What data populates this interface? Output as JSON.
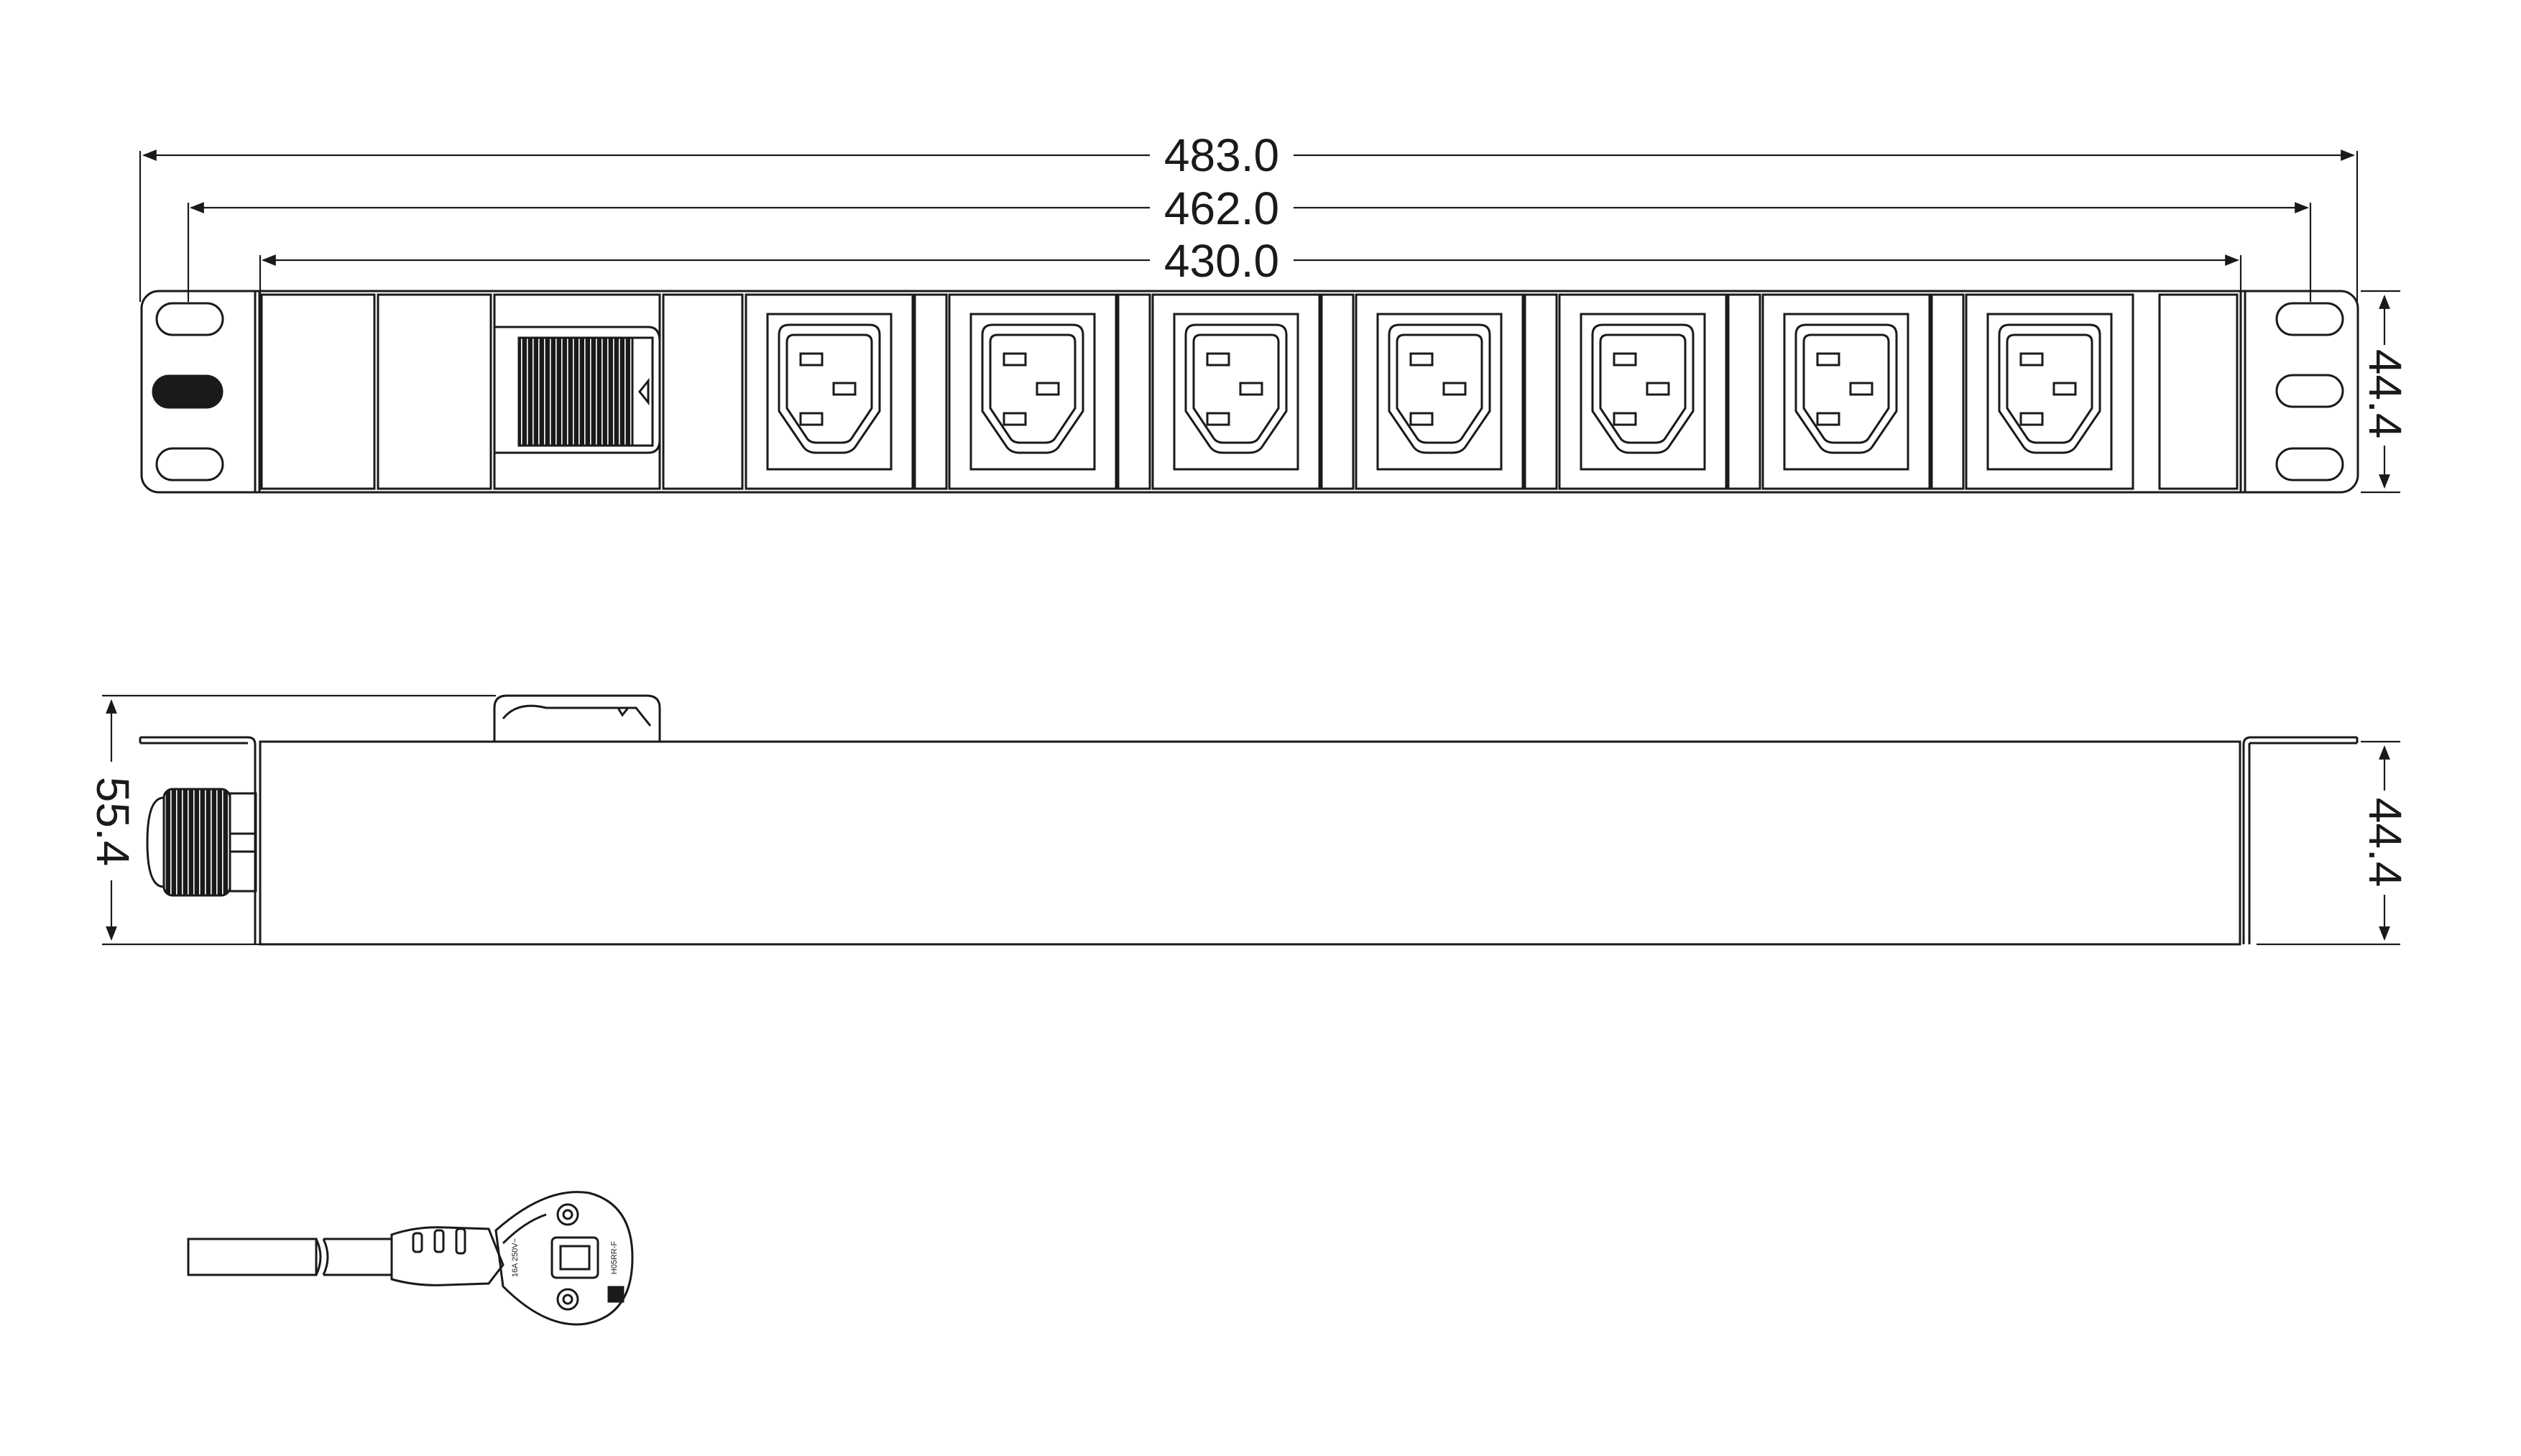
{
  "dimensions": {
    "overall_width": "483.0",
    "mounting_width": "462.0",
    "body_width": "430.0",
    "front_height": "44.4",
    "side_total_height": "55.4",
    "side_body_height": "44.4"
  },
  "front_view": {
    "outlet_count": 7,
    "outlet_type": "IEC C13",
    "switch_present": true
  },
  "plug": {
    "imprint_line_1": "16A 250V~",
    "imprint_line_2": "H05RR-F"
  }
}
